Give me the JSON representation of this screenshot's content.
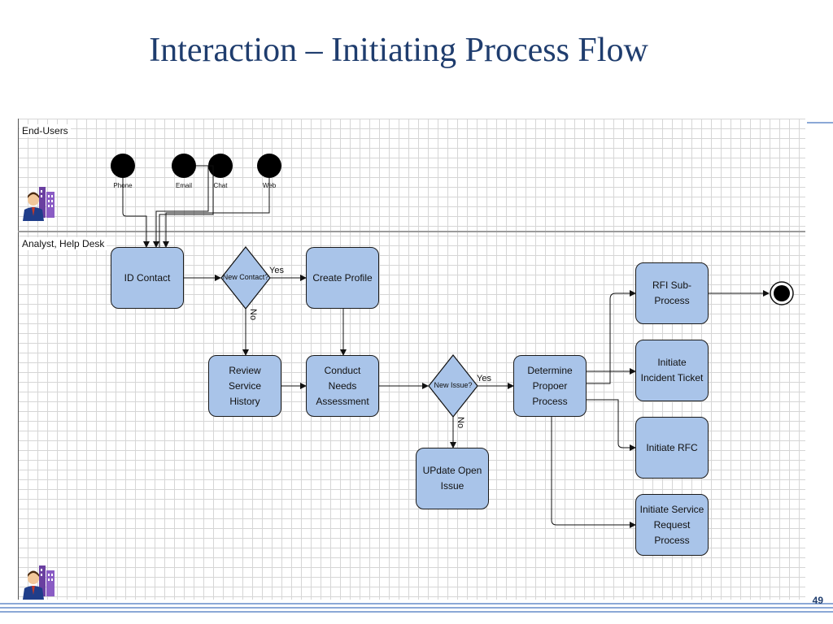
{
  "title": "Interaction – Initiating Process Flow",
  "page_number": "49",
  "lanes": {
    "end_users": "End-Users",
    "analyst": "Analyst, Help Desk"
  },
  "channels": {
    "phone": "Phone",
    "email": "Email",
    "chat": "Chat",
    "web": "Web"
  },
  "nodes": {
    "id_contact": "ID Contact",
    "create_profile": "Create Profile",
    "review_history": "Review Service History",
    "conduct_assessment": "Conduct Needs Assessment",
    "update_issue": "UPdate Open Issue",
    "determine_process": "Determine Propoer Process",
    "rfi_subprocess": "RFI Sub-Process",
    "incident_ticket": "Initiate Incident Ticket",
    "initiate_rfc": "Initiate RFC",
    "service_request": "Initiate Service Request Process"
  },
  "decisions": {
    "new_contact": "New Contact?",
    "new_issue": "New Issue?"
  },
  "edge_labels": {
    "yes_1": "Yes",
    "no_1": "No",
    "yes_2": "Yes",
    "no_2": "No"
  },
  "colors": {
    "node_fill": "#a9c4e9",
    "title": "#1f3d6e",
    "footer": "#8ba8d6"
  },
  "icons": {
    "lane_actor": "user-with-building-icon"
  }
}
